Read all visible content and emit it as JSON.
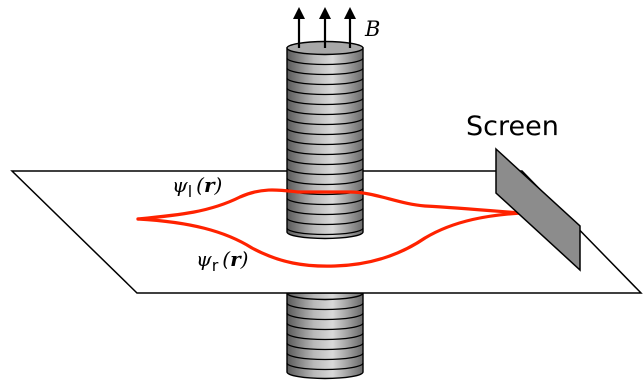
{
  "labels": {
    "field": "B",
    "screen": "Screen",
    "psi_left": {
      "symbol": "ψ",
      "subscript": "l",
      "open": "(",
      "argument": "r",
      "close": ")"
    },
    "psi_right": {
      "symbol": "ψ",
      "subscript": "r",
      "open": "(",
      "argument": "r",
      "close": ")"
    }
  },
  "colors": {
    "paths": "#ff2200",
    "screen_fill": "#8c8c8c",
    "solenoid_fill": "#909090",
    "outline": "#000000"
  },
  "icons": [
    "field-arrow-icon"
  ]
}
